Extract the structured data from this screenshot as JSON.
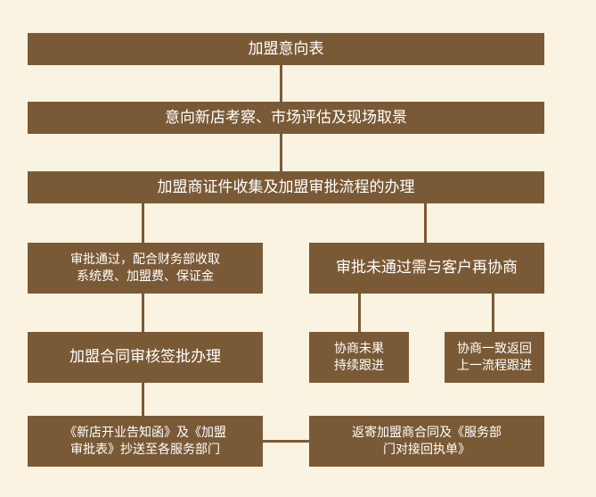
{
  "diagram": {
    "nodes": {
      "n1": "加盟意向表",
      "n2": "意向新店考察、市场评估及现场取景",
      "n3": "加盟商证件收集及加盟审批流程的办理",
      "n4_line1": "审批通过，配合财务部收取",
      "n4_line2": "系统费、加盟费、保证金",
      "n5": "审批未通过需与客户再协商",
      "n6": "加盟合同审核签批办理",
      "n7_line1": "协商未果",
      "n7_line2": "持续跟进",
      "n8_line1": "协商一致返回",
      "n8_line2": "上一流程跟进",
      "n9_line1": "《新店开业告知函》及《加盟",
      "n9_line2": "审批表》抄送至各服务部门",
      "n10_line1": "返寄加盟商合同及《服务部",
      "n10_line2": "门对接回执单》"
    },
    "colors": {
      "background": "#fbf3e1",
      "box": "#7a5a36",
      "text": "#ffffff"
    }
  }
}
